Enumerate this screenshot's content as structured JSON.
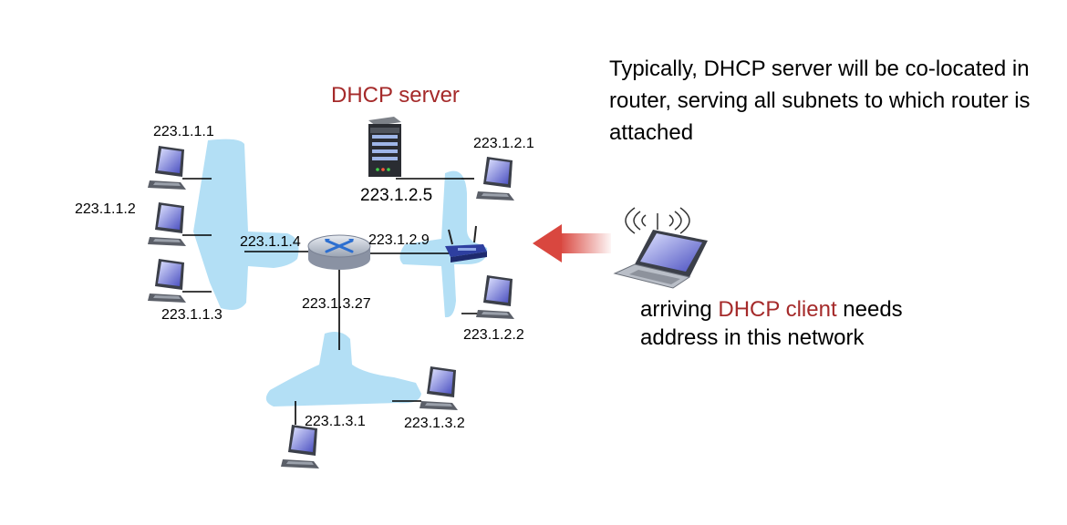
{
  "server": {
    "label": "DHCP server"
  },
  "note": {
    "text": "Typically, DHCP server will be  co-located in router, serving all subnets to which router is attached"
  },
  "client": {
    "text_before": "arriving ",
    "highlight": "DHCP client",
    "text_after": " needs",
    "line2": "address in this network"
  },
  "addresses": {
    "h1": "223.1.1.1",
    "h2": "223.1.1.2",
    "h3": "223.1.1.3",
    "router_left": "223.1.1.4",
    "router_right": "223.1.2.9",
    "router_bottom": "223.1.3.27",
    "server": "223.1.2.5",
    "h21": "223.1.2.1",
    "h22": "223.1.2.2",
    "h31": "223.1.3.1",
    "h32": "223.1.3.2"
  },
  "colors": {
    "subnet": "#b3dff5",
    "highlight": "#a52a2a",
    "arrow": "#d9473f"
  }
}
